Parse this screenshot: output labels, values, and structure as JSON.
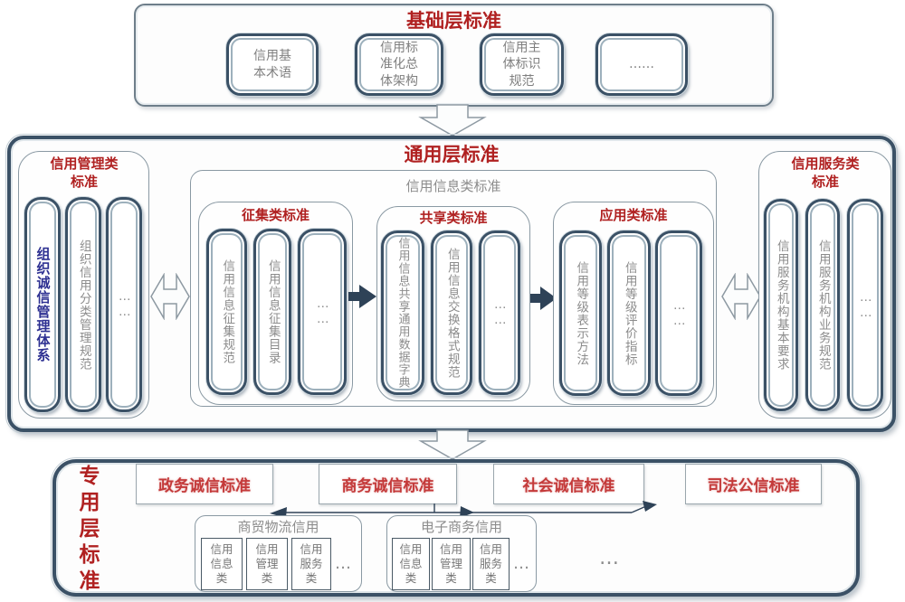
{
  "colors": {
    "accent_red": "#b02121",
    "category_red": "#c43a3a",
    "border_dark_slate": "#3b5166",
    "text_gray": "#8c8c8c",
    "text_navy": "#2e3192"
  },
  "base_layer": {
    "title": "基础层标准",
    "items": [
      {
        "label": "信用基本术语"
      },
      {
        "label": "信用标准化总体架构"
      },
      {
        "label": "信用主体标识规范"
      },
      {
        "label": "……"
      }
    ]
  },
  "general_layer": {
    "title": "通用层标准",
    "management_group": {
      "title": "信用管理类标准",
      "pills": [
        "组织诚信管理体系",
        "组织信用分类管理规范",
        "……"
      ]
    },
    "info_group": {
      "title": "信用信息类标准",
      "subgroups": [
        {
          "title": "征集类标准",
          "pills": [
            "信用信息征集规范",
            "信用信息征集目录",
            "……"
          ]
        },
        {
          "title": "共享类标准",
          "pills": [
            "信用信息共享通用数据字典",
            "信用信息交换格式规范",
            "……"
          ]
        },
        {
          "title": "应用类标准",
          "pills": [
            "信用等级表示方法",
            "信用等级评价指标",
            "……"
          ]
        }
      ]
    },
    "service_group": {
      "title": "信用服务类标准",
      "pills": [
        "信用服务机构基本要求",
        "信用服务机构业务规范",
        "……"
      ]
    }
  },
  "special_layer": {
    "title": "专用层标准",
    "categories": [
      "政务诚信标准",
      "商务诚信标准",
      "社会诚信标准",
      "司法公信标准"
    ],
    "subgroups": [
      {
        "title": "商贸物流信用",
        "items": [
          "信用信息类",
          "信用管理类",
          "信用服务类",
          "…"
        ]
      },
      {
        "title": "电子商务信用",
        "items": [
          "信用信息类",
          "信用管理类",
          "信用服务类",
          "…"
        ]
      }
    ],
    "ellipsis": "…"
  }
}
